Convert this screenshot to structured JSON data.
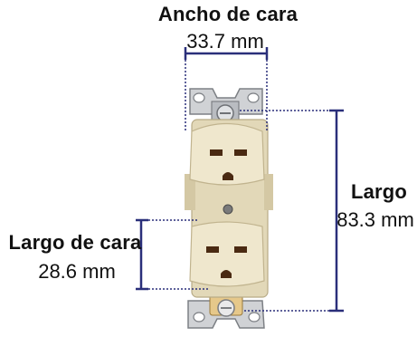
{
  "labels": {
    "face_width_title": "Ancho de cara",
    "face_width_value": "33.7 mm",
    "length_title": "Largo",
    "length_value": "83.3 mm",
    "face_length_title": "Largo de cara",
    "face_length_value": "28.6 mm"
  },
  "colors": {
    "dimension_line": "#2a2f7a",
    "receptacle_body": "#ece3c7",
    "receptacle_shadow": "#c9bd98",
    "metal_strap": "#c8cacd",
    "terminal_brass": "#d9b978",
    "slot": "#4a2a12"
  }
}
